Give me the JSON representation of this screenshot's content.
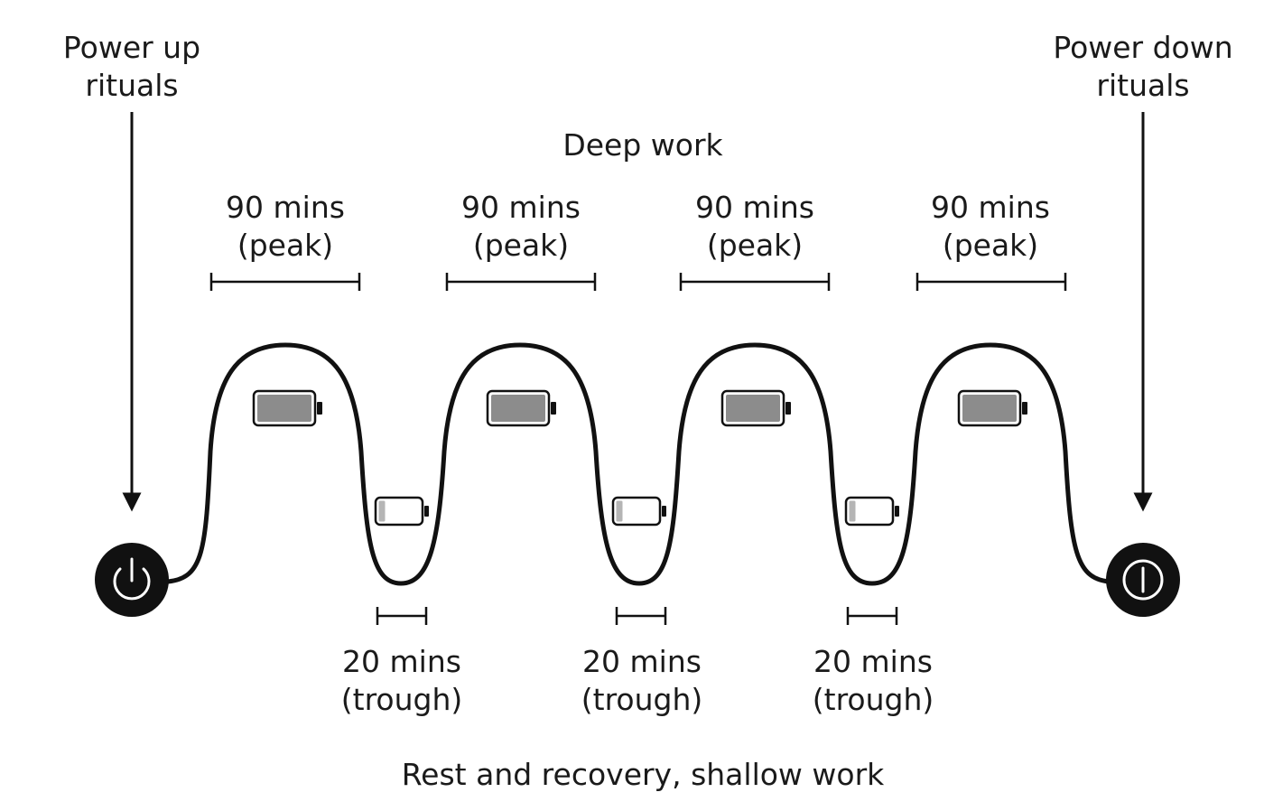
{
  "start_label": {
    "line1": "Power up",
    "line2": "rituals"
  },
  "end_label": {
    "line1": "Power down",
    "line2": "rituals"
  },
  "top_heading": "Deep work",
  "bottom_heading": "Rest and recovery, shallow work",
  "peaks": [
    {
      "line1": "90 mins",
      "line2": "(peak)"
    },
    {
      "line1": "90 mins",
      "line2": "(peak)"
    },
    {
      "line1": "90 mins",
      "line2": "(peak)"
    },
    {
      "line1": "90 mins",
      "line2": "(peak)"
    }
  ],
  "troughs": [
    {
      "line1": "20 mins",
      "line2": "(trough)"
    },
    {
      "line1": "20 mins",
      "line2": "(trough)"
    },
    {
      "line1": "20 mins",
      "line2": "(trough)"
    }
  ],
  "icons": {
    "start": "power-on-icon",
    "end": "power-off-icon",
    "peak": "battery-full-icon",
    "trough": "battery-low-icon"
  },
  "colors": {
    "ink": "#111111",
    "battery_fill": "#8c8c8c",
    "battery_low_fill": "#b5b5b5",
    "background": "#ffffff"
  }
}
